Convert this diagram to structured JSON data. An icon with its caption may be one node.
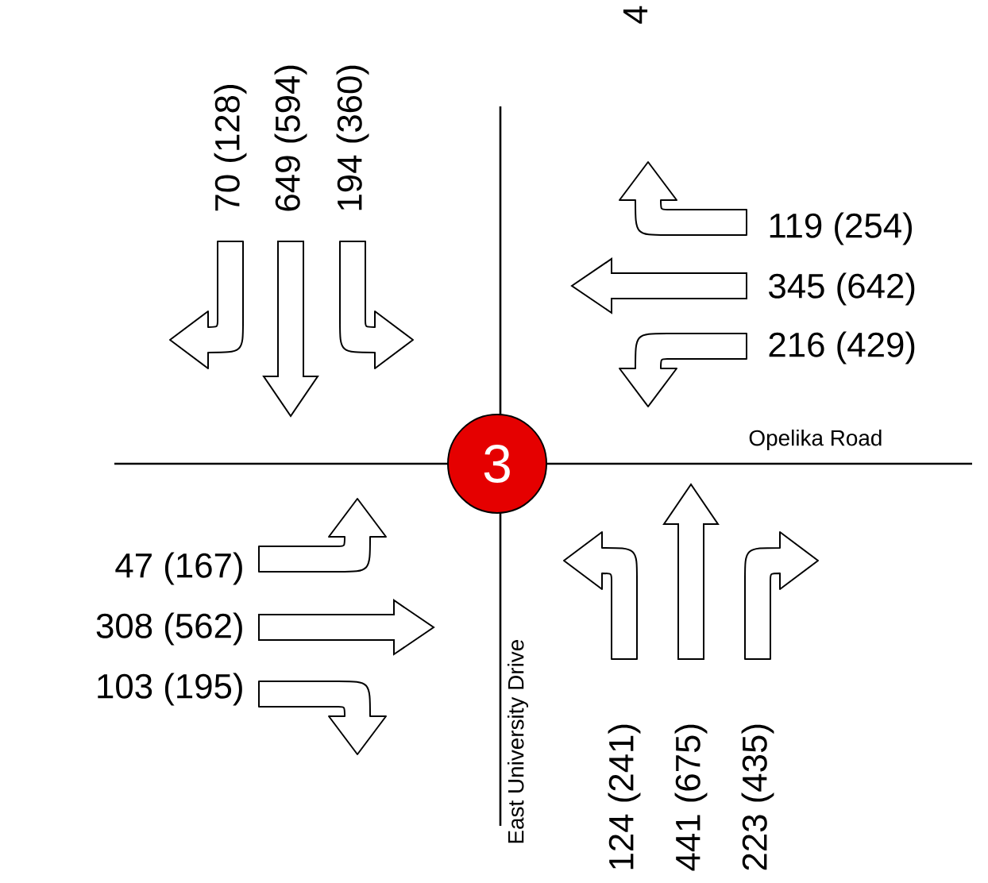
{
  "diagram": {
    "nodes": [
      {
        "text": [
          "3"
        ]
      }
    ],
    "labels": [
      "4",
      "70 (128)",
      "649 (594)",
      "194 (360)",
      "119 (254)",
      "345 (642)",
      "216 (429)",
      "Opelika Road",
      "47 (167)",
      "308 (562)",
      "103 (195)",
      "East University Drive",
      "124 (241)",
      "441 (675)",
      "223 (435)"
    ]
  }
}
